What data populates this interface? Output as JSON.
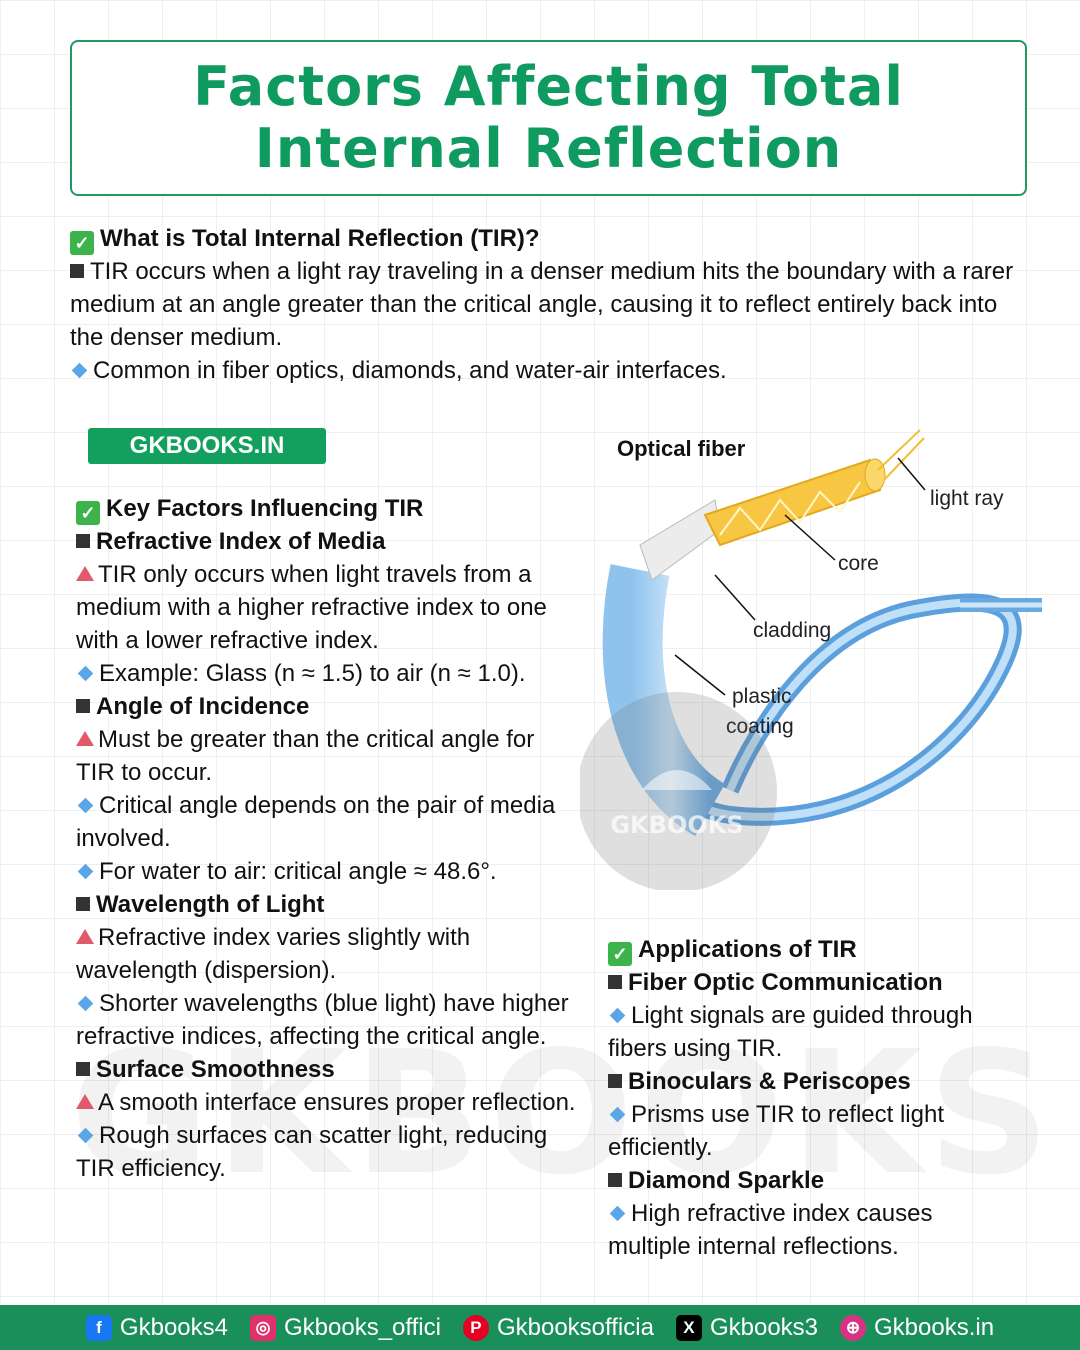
{
  "title": "Factors Affecting Total Internal Reflection",
  "intro": {
    "heading": "What is Total Internal Reflection (TIR)?",
    "text1": "TIR occurs when a light ray traveling in a denser medium hits the boundary with a rarer medium at an angle greater than the critical angle, causing it to reflect entirely back into the denser medium.",
    "text2": "Common in fiber optics, diamonds, and water-air interfaces."
  },
  "badge": "GKBOOKS.IN",
  "diagram": {
    "title": "Optical fiber",
    "labels": {
      "light_ray": "light ray",
      "core": "core",
      "cladding": "cladding",
      "plastic": "plastic",
      "coating": "coating"
    },
    "watermark": "GKBOOKS"
  },
  "factors": {
    "heading": "Key Factors Influencing TIR",
    "items": [
      {
        "title": "Refractive Index of Media",
        "main": "TIR only occurs when light travels from a medium with a higher refractive index to one with a lower refractive index.",
        "points": [
          "Example: Glass (n ≈ 1.5) to air (n ≈ 1.0)."
        ]
      },
      {
        "title": "Angle of Incidence",
        "main": "Must be greater than the critical angle for TIR to occur.",
        "points": [
          "Critical angle depends on the pair of media involved.",
          "For water to air: critical angle ≈ 48.6°."
        ]
      },
      {
        "title": "Wavelength of Light",
        "main": "Refractive index varies slightly with wavelength (dispersion).",
        "points": [
          "Shorter wavelengths (blue light) have higher refractive indices, affecting the critical angle."
        ]
      },
      {
        "title": "Surface Smoothness",
        "main": "A smooth interface ensures proper reflection.",
        "points": [
          "Rough surfaces can scatter light, reducing TIR efficiency."
        ]
      }
    ]
  },
  "applications": {
    "heading": "Applications of TIR",
    "items": [
      {
        "title": "Fiber Optic Communication",
        "point": "Light signals are guided through fibers using TIR."
      },
      {
        "title": "Binoculars & Periscopes",
        "point": "Prisms use TIR to reflect light efficiently."
      },
      {
        "title": "Diamond Sparkle",
        "point": "High refractive index causes multiple internal reflections."
      }
    ]
  },
  "watermark_big": "GKBOOKS",
  "footer": {
    "facebook": "Gkbooks4",
    "instagram": "Gkbooks_offici",
    "pinterest": "Gkbooksofficia",
    "x": "Gkbooks3",
    "website": "Gkbooks.in"
  },
  "colors": {
    "brand_green": "#1a8f5a",
    "title_green": "#0f9a60",
    "triangle": "#e05a6a",
    "diamond": "#5aa6e6"
  }
}
